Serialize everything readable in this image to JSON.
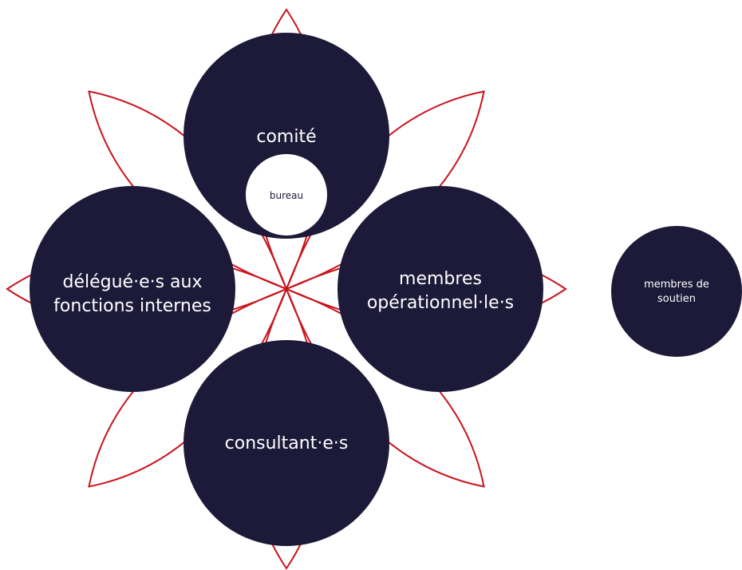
{
  "colors": {
    "circle_fill": "#1c1a38",
    "petal_stroke": "#c8151d",
    "inner_circle_fill": "#ffffff",
    "text_light": "#ffffff",
    "text_dark": "#1c1a38"
  },
  "nodes": {
    "committee": {
      "label": "comité"
    },
    "board": {
      "label": "bureau"
    },
    "delegates": {
      "line1": "délégué·e·s aux",
      "line2": "fonctions internes"
    },
    "operational": {
      "line1": "membres",
      "line2": "opérationnel·le·s"
    },
    "consultants": {
      "label": "consultant·e·s"
    },
    "supporters": {
      "line1": "membres de",
      "line2": "soutien"
    }
  }
}
